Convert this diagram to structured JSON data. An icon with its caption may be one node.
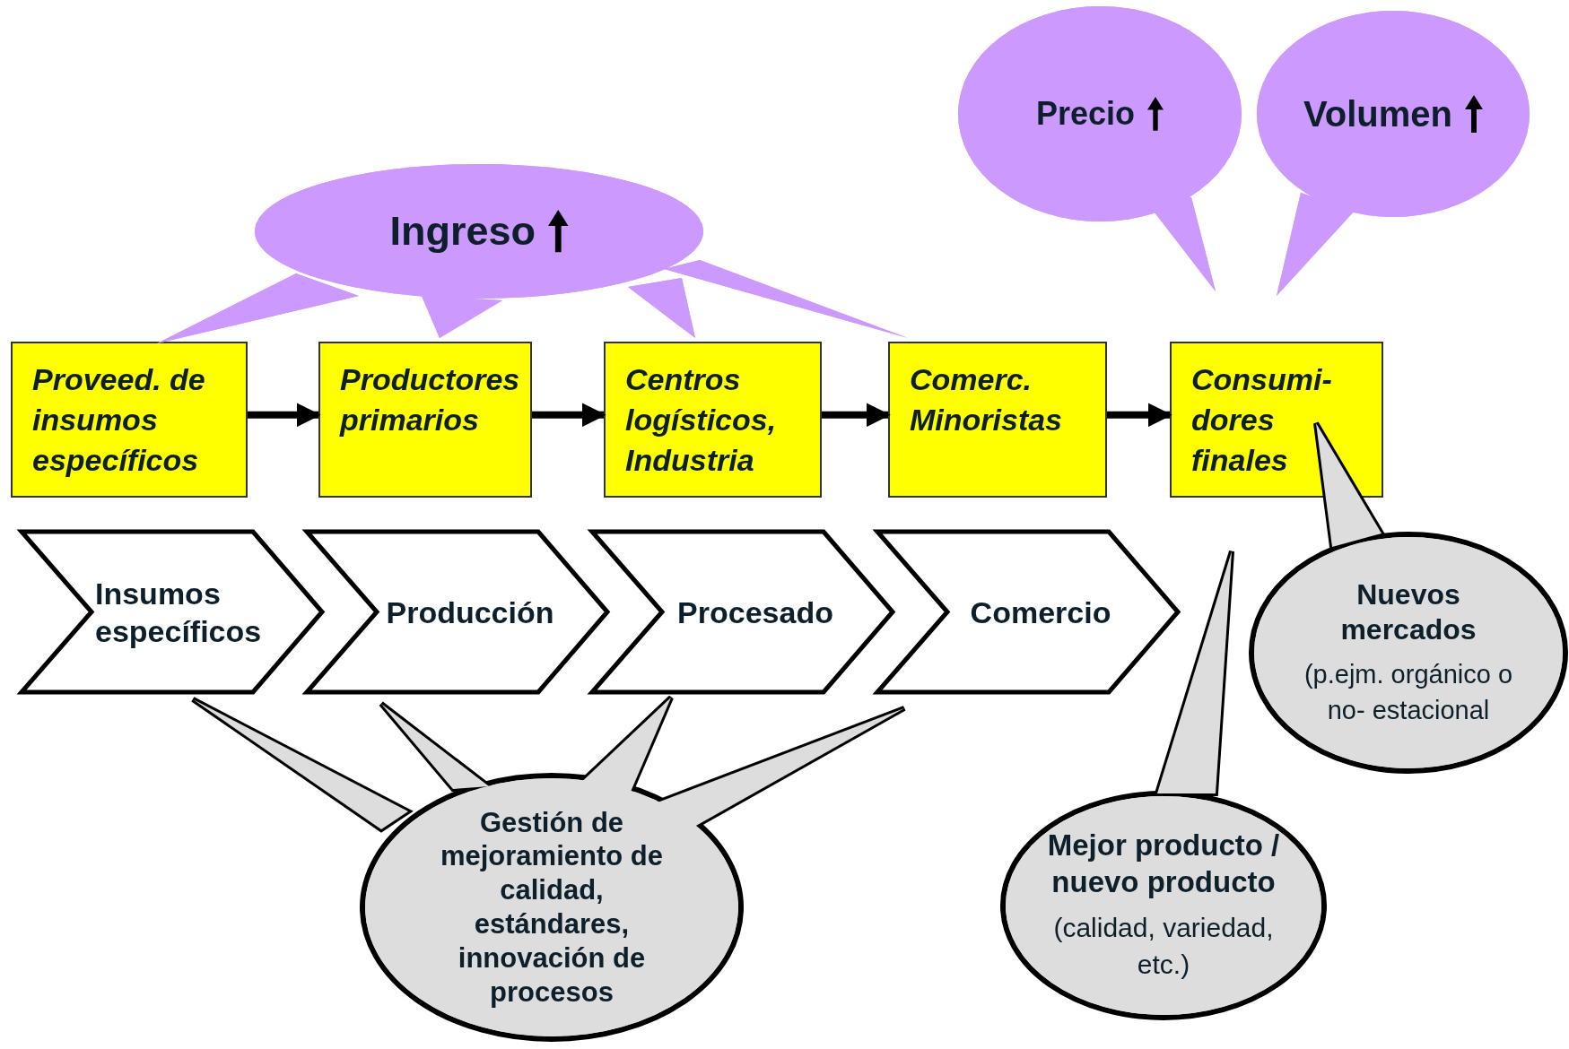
{
  "diagram": {
    "nodes": [
      {
        "text": [
          "Proveed. de insumos específicos"
        ]
      },
      {
        "text": [
          "Productores primarios"
        ]
      },
      {
        "text": [
          "Centros logísticos, Industria"
        ]
      },
      {
        "text": [
          "Comerc. Minoristas"
        ]
      },
      {
        "text": [
          "Consumi- dores finales"
        ]
      },
      {
        "text": [
          "Insumos específicos"
        ]
      },
      {
        "text": [
          "Producción"
        ]
      },
      {
        "text": [
          "Procesado"
        ]
      },
      {
        "text": [
          "Comercio"
        ]
      },
      {
        "text": [
          "Ingreso"
        ]
      },
      {
        "text": [
          "Precio"
        ]
      },
      {
        "text": [
          "Volumen"
        ]
      },
      {
        "text": [
          "Gestión de mejoramiento de calidad, estándares, innovación de procesos"
        ]
      },
      {
        "text": [
          "Mejor producto / nuevo producto",
          "(calidad, variedad, etc.)"
        ]
      },
      {
        "text": [
          "Nuevos mercados",
          "(p.ejm. orgánico o no- estacional"
        ]
      }
    ],
    "edges": [
      {
        "from": 0,
        "to": 1,
        "arrow": "to"
      },
      {
        "from": 1,
        "to": 2,
        "arrow": "to"
      },
      {
        "from": 2,
        "to": 3,
        "arrow": "to"
      },
      {
        "from": 3,
        "to": 4,
        "arrow": "to"
      }
    ]
  }
}
